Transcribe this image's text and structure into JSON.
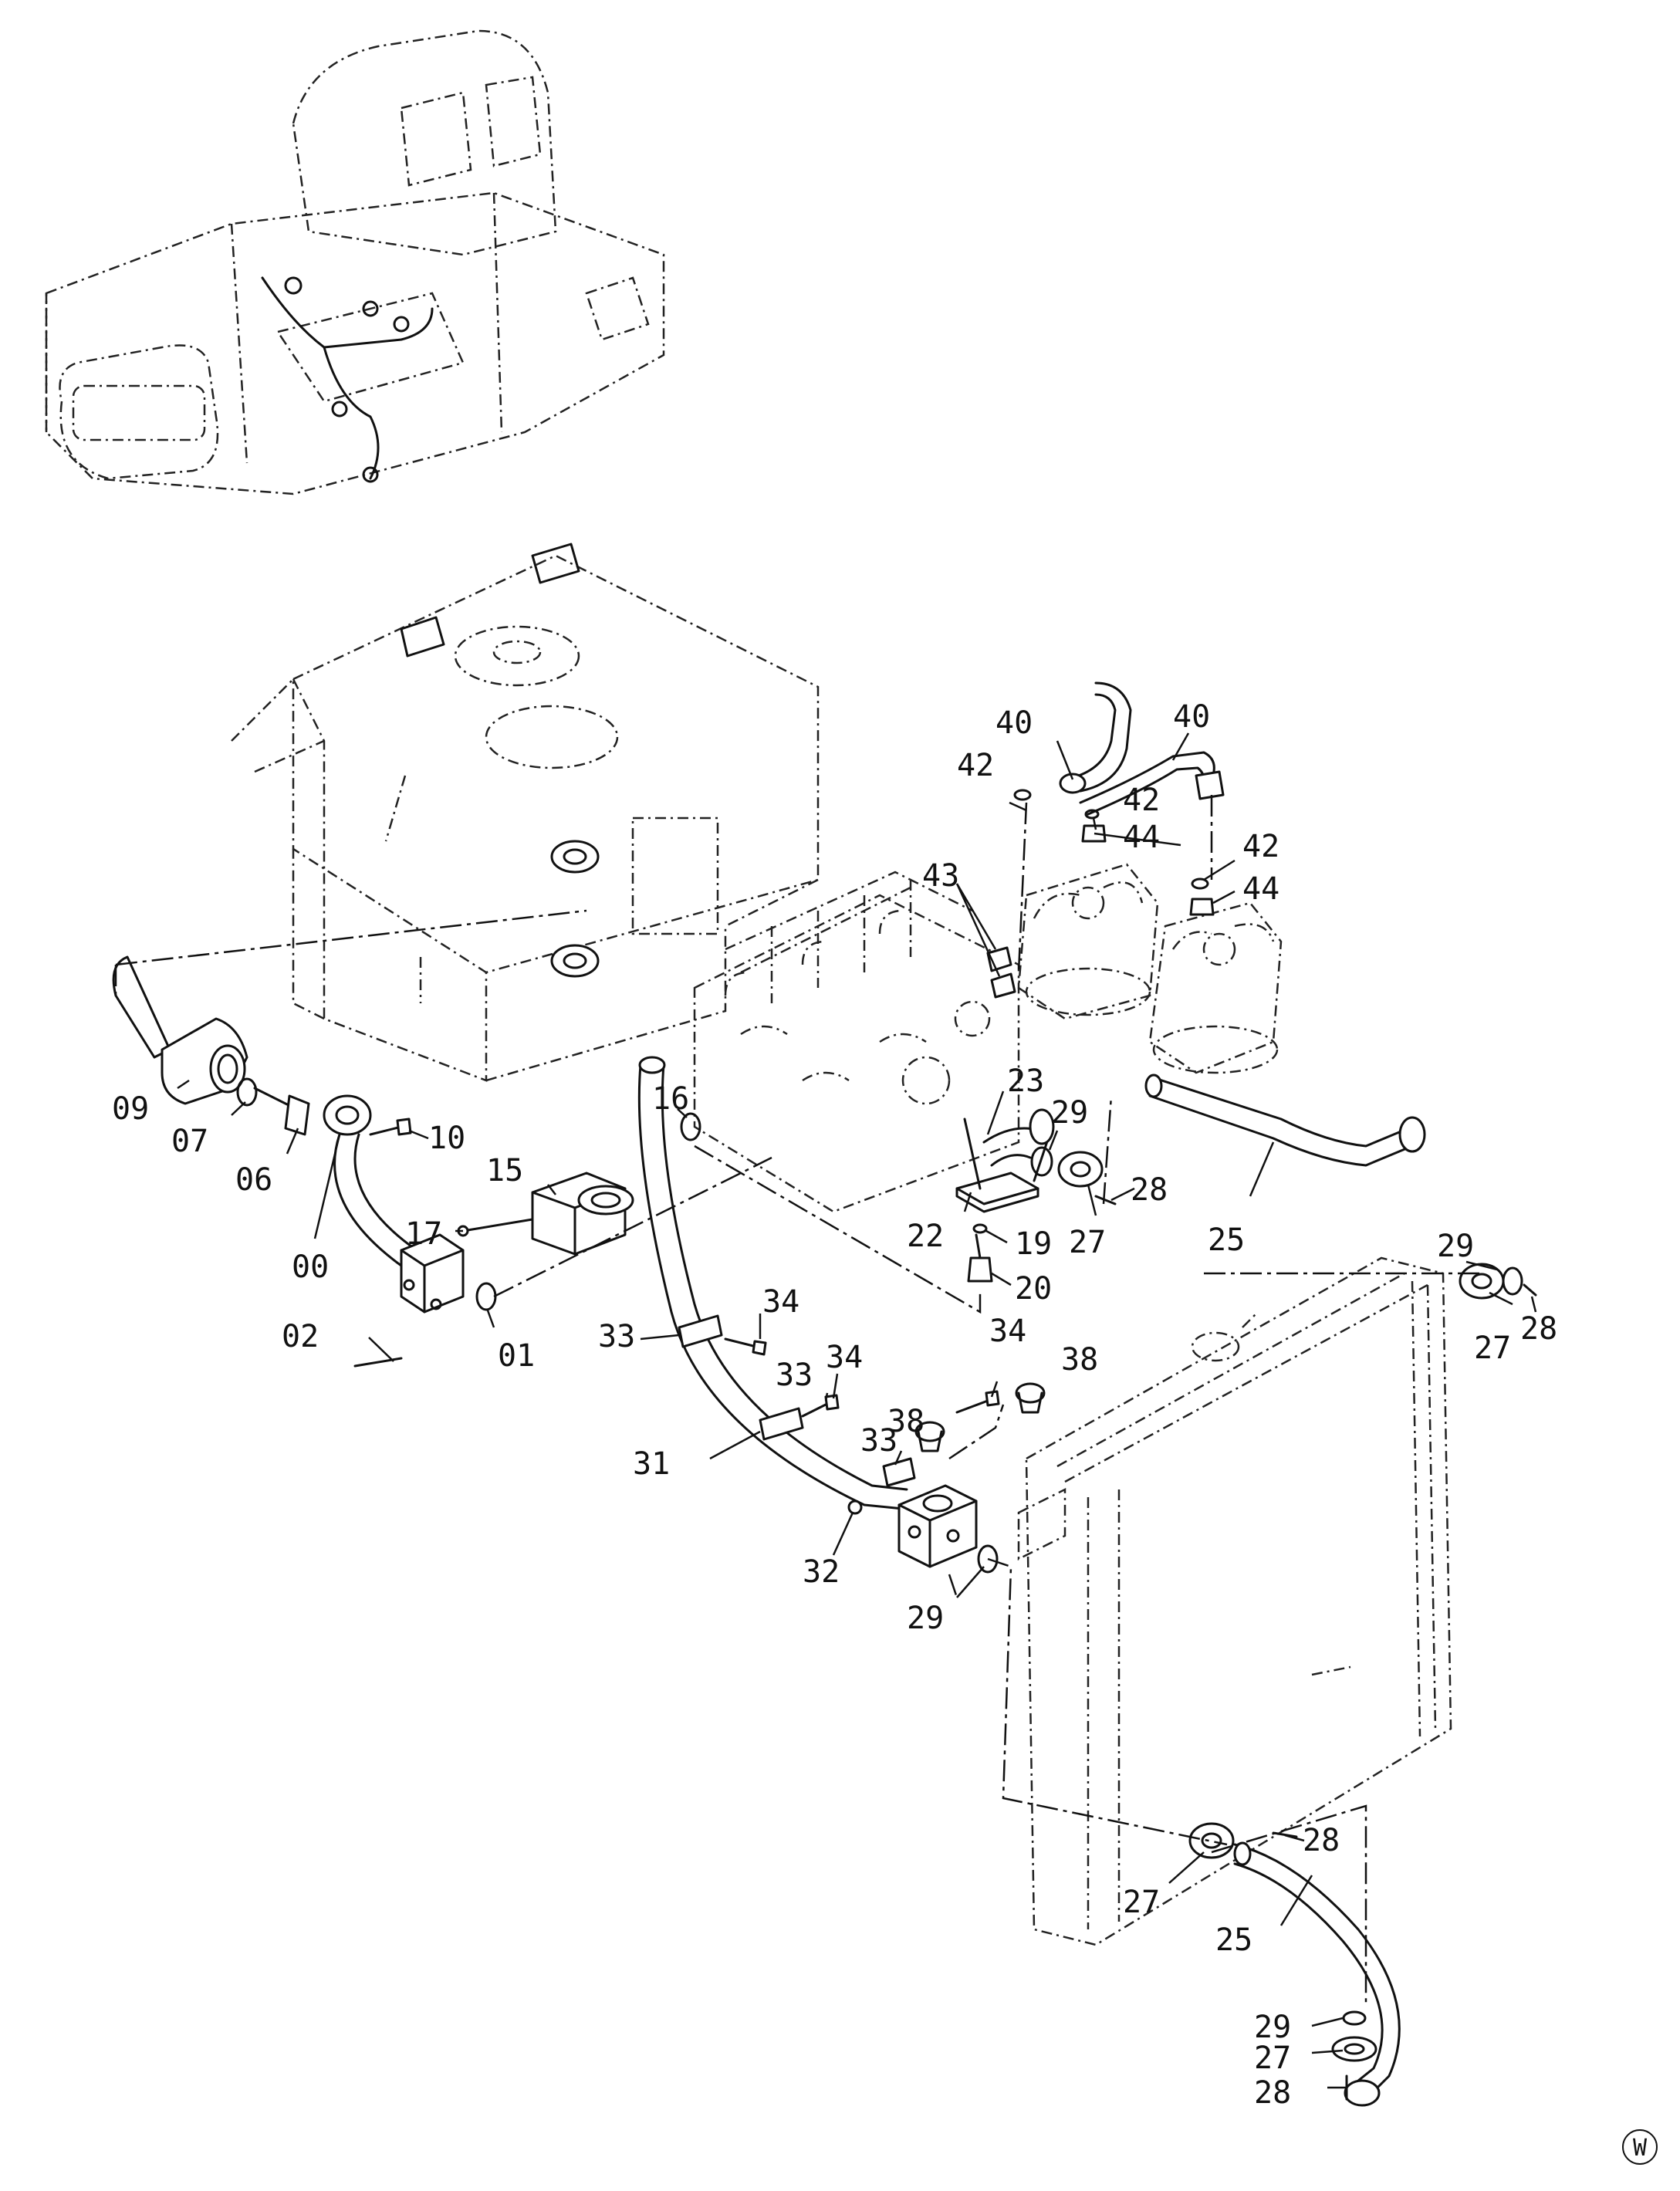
{
  "callouts": {
    "c00": "00",
    "c01": "01",
    "c02": "02",
    "c06": "06",
    "c07": "07",
    "c09": "09",
    "c10": "10",
    "c15": "15",
    "c16": "16",
    "c17": "17",
    "c19": "19",
    "c20": "20",
    "c22": "22",
    "c23": "23",
    "c25a": "25",
    "c25b": "25",
    "c27a": "27",
    "c27b": "27",
    "c27c": "27",
    "c27d": "27",
    "c28a": "28",
    "c28b": "28",
    "c28c": "28",
    "c28d": "28",
    "c29a": "29",
    "c29b": "29",
    "c29c": "29",
    "c29d": "29",
    "c31": "31",
    "c32": "32",
    "c33a": "33",
    "c33b": "33",
    "c33c": "33",
    "c34a": "34",
    "c34b": "34",
    "c34c": "34",
    "c38a": "38",
    "c38b": "38",
    "c40a": "40",
    "c40b": "40",
    "c42a": "42",
    "c42b": "42",
    "c42c": "42",
    "c43": "43",
    "c44a": "44",
    "c44b": "44"
  },
  "view_mark": "W"
}
